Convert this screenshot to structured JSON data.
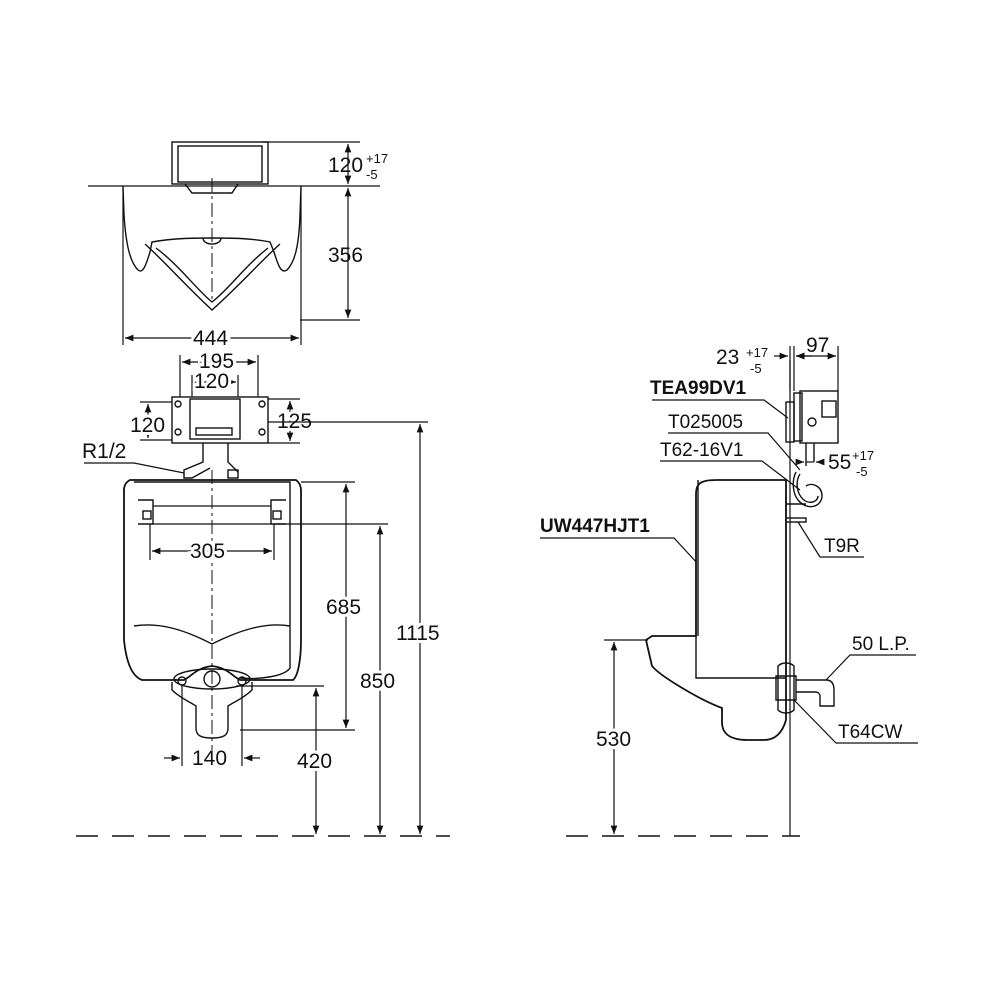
{
  "top_view": {
    "tol_depth": "120",
    "tol_depth_plus": "+17",
    "tol_depth_minus": "-5",
    "depth": "356",
    "width": "444"
  },
  "front_view": {
    "valve_w": "195",
    "valve_inner_w": "120",
    "valve_h_left": "120",
    "valve_h_right": "125",
    "thread": "R1/2",
    "hanger_spacing": "305",
    "body_height": "685",
    "rim_height": "850",
    "total_height": "1115",
    "outlet_spacing": "140",
    "outlet_height": "420"
  },
  "side_view": {
    "valve_offset": "23",
    "valve_offset_plus": "+17",
    "valve_offset_minus": "-5",
    "valve_depth": "97",
    "spud_offset": "55",
    "spud_plus": "+17",
    "spud_minus": "-5",
    "lip_height": "530",
    "labels": {
      "flush_valve": "TEA99DV1",
      "part_a": "T025005",
      "part_b": "T62-16V1",
      "part_c": "T9R",
      "urinal": "UW447HJT1",
      "trap": "50 L.P.",
      "outlet": "T64CW"
    }
  }
}
